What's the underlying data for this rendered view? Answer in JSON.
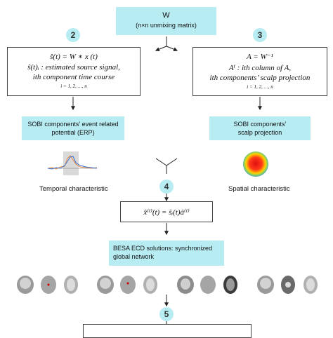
{
  "w_box": {
    "title": "W",
    "subtitle": "(n×n unmixing matrix)"
  },
  "steps": {
    "s2": "2",
    "s3": "3",
    "s4": "4",
    "s5": "5"
  },
  "box_left": {
    "line1": "ŝ(t) = W ∗ x (t)",
    "line2": "ŝ(t)ᵢ : estimated source signal,",
    "line3": "ith component time course",
    "line4": "i = 1, 2, …, n"
  },
  "box_right": {
    "line1": "A = W⁻¹",
    "line2": "Aⁱ : ith column of A,",
    "line3": "ith components’ scalp projection",
    "line4": "i = 1, 2, …, n"
  },
  "erp_box": {
    "line1": "SOBI components’ event related",
    "line2": "potential (ERP)"
  },
  "scalp_box": {
    "line1": "SOBI components’",
    "line2": "scalp projection"
  },
  "temporal_label": "Temporal characteristic",
  "spatial_label": "Spatial characteristic",
  "formula4": "x̂⁽ⁱ⁾(t) = ŝᵢ(t)â⁽ⁱ⁾",
  "besa_box": {
    "line1": "BESA ECD solutions: synchronized",
    "line2": "global network"
  },
  "colors": {
    "cyan": "#b8ecf3",
    "erp_blue": "#3a6fd8",
    "erp_orange": "#e38a3a"
  }
}
